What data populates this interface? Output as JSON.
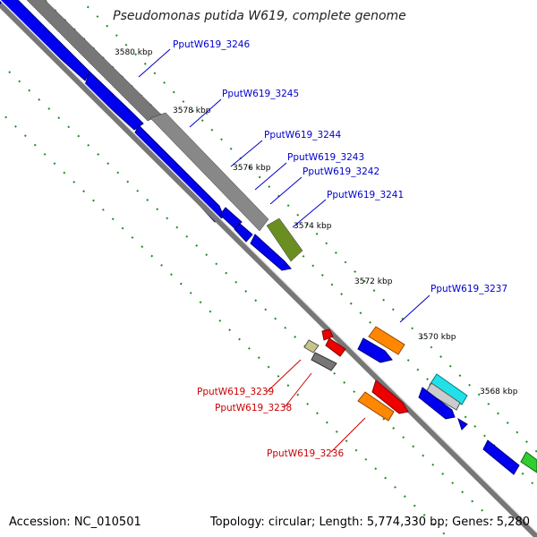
{
  "title": "Pseudomonas putida W619, complete genome",
  "footer": {
    "accession": "Accession: NC_010501",
    "topology": "Topology: circular; Length: 5,774,330 bp; Genes: 5,280"
  },
  "ticks": [
    "3580 kbp",
    "3578 kbp",
    "3576 kbp",
    "3574 kbp",
    "3572 kbp",
    "3570 kbp",
    "3568 kbp"
  ],
  "genes_blue": [
    "PputW619_3246",
    "PputW619_3245",
    "PputW619_3244",
    "PputW619_3243",
    "PputW619_3242",
    "PputW619_3241",
    "PputW619_3237"
  ],
  "genes_red": [
    "PputW619_3239",
    "PputW619_3238",
    "PputW619_3236"
  ],
  "colors": {
    "forward_cds": "#0000ee",
    "reverse_cds": "#ee0000",
    "orange": "#ff8800",
    "olive": "#6b8e23",
    "cyan": "#22e0e8",
    "green": "#33cc33",
    "backbone": "#888888",
    "tick_dots": "#228b22"
  }
}
